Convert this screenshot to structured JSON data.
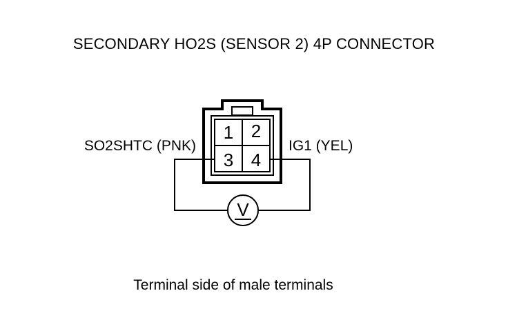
{
  "diagram": {
    "title": "SECONDARY HO2S (SENSOR 2) 4P CONNECTOR",
    "caption": "Terminal side of male terminals",
    "connector": {
      "pins": [
        "1",
        "2",
        "3",
        "4"
      ]
    },
    "wires": {
      "left": "SO2SHTC (PNK)",
      "right": "IG1 (YEL)"
    },
    "meter": {
      "symbol": "V"
    }
  }
}
